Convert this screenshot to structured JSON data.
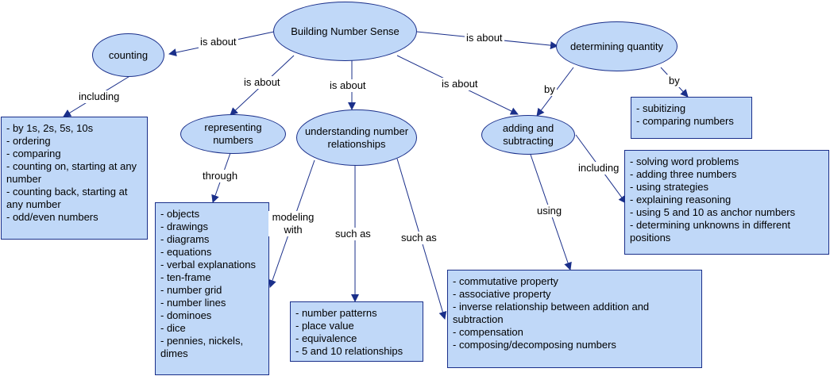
{
  "nodes": {
    "building": "Building Number Sense",
    "counting": "counting",
    "representing": "representing numbers",
    "understanding": "understanding number relationships",
    "adding": "adding and subtracting",
    "determining": "determining quantity"
  },
  "lists": {
    "counting": [
      "- by 1s, 2s, 5s, 10s",
      "- ordering",
      "- comparing",
      "- counting on, starting at any number",
      "- counting back, starting at any number",
      "- odd/even numbers"
    ],
    "representing": [
      "- objects",
      "- drawings",
      "- diagrams",
      "- equations",
      "- verbal explanations",
      "- ten-frame",
      "- number grid",
      "- number lines",
      "- dominoes",
      "- dice",
      "- pennies, nickels, dimes"
    ],
    "patterns": [
      "- number patterns",
      "- place value",
      "- equivalence",
      "- 5 and 10 relationships"
    ],
    "properties": [
      "- commutative property",
      "- associative property",
      "- inverse relationship between   addition and subtraction",
      "- compensation",
      "- composing/decomposing numbers"
    ],
    "problems": [
      "- solving word problems",
      "- adding three numbers",
      "- using strategies",
      "- explaining reasoning",
      "- using 5 and 10 as anchor numbers",
      "- determining unknowns in different positions"
    ],
    "subitizing": [
      "- subitizing",
      "- comparing numbers"
    ]
  },
  "labels": {
    "about_counting": "is about",
    "about_representing": "is about",
    "about_understanding": "is about",
    "about_adding": "is about",
    "about_determining": "is about",
    "including_counting": "including",
    "through": "through",
    "modeling": "modeling with",
    "such_as_1": "such as",
    "such_as_2": "such as",
    "using": "using",
    "including_adding": "including",
    "by_1": "by",
    "by_2": "by"
  },
  "colors": {
    "fill": "#c0d8f8",
    "stroke": "#1a2f8a"
  }
}
